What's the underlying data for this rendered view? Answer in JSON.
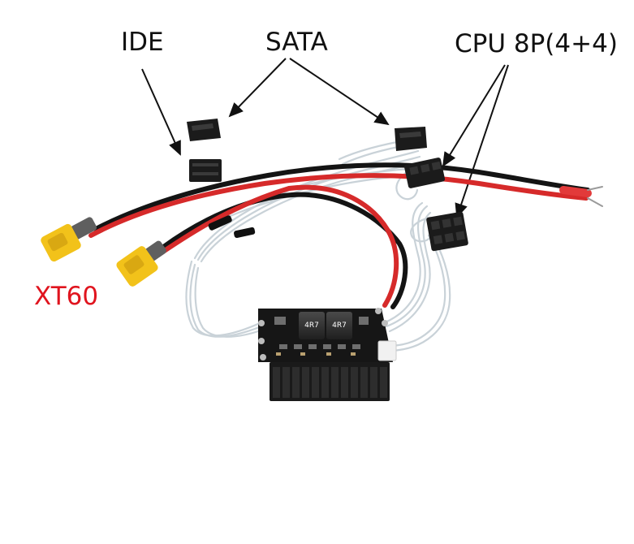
{
  "labels": {
    "ide": "IDE",
    "sata": "SATA",
    "cpu": "CPU 8P(4+4)",
    "xt60": "XT60"
  },
  "board_marking": "4R7",
  "colors": {
    "label_text": "#111111",
    "xt60_text": "#e0141e",
    "wire_red": "#d62a2a",
    "wire_black": "#141414",
    "wire_clear": "#c9d2d8",
    "connector_yellow": "#f2c21a",
    "connector_black": "#1b1b1b",
    "pcb": "#161616"
  }
}
